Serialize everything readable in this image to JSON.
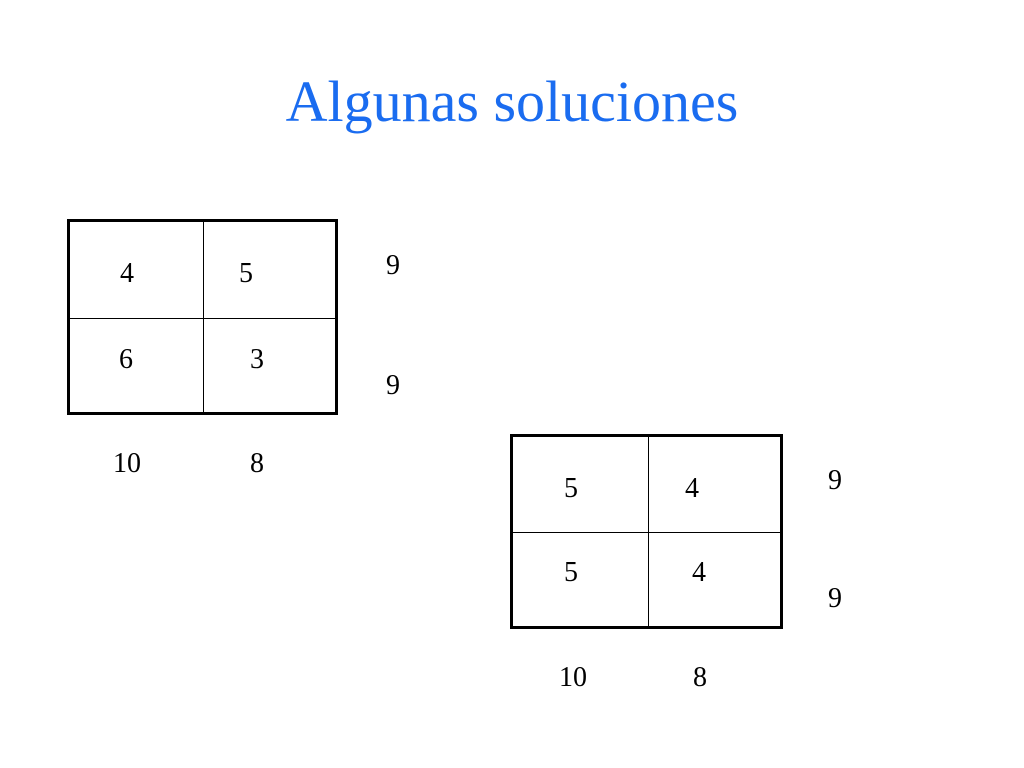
{
  "title": "Algunas soluciones",
  "solutions": [
    {
      "cells": [
        [
          "4",
          "5"
        ],
        [
          "6",
          "3"
        ]
      ],
      "row_sums": [
        "9",
        "9"
      ],
      "col_sums": [
        "10",
        "8"
      ]
    },
    {
      "cells": [
        [
          "5",
          "4"
        ],
        [
          "5",
          "4"
        ]
      ],
      "row_sums": [
        "9",
        "9"
      ],
      "col_sums": [
        "10",
        "8"
      ]
    }
  ],
  "colors": {
    "title": "#1a6cf0",
    "text": "#000000",
    "grid_line": "#000000"
  }
}
